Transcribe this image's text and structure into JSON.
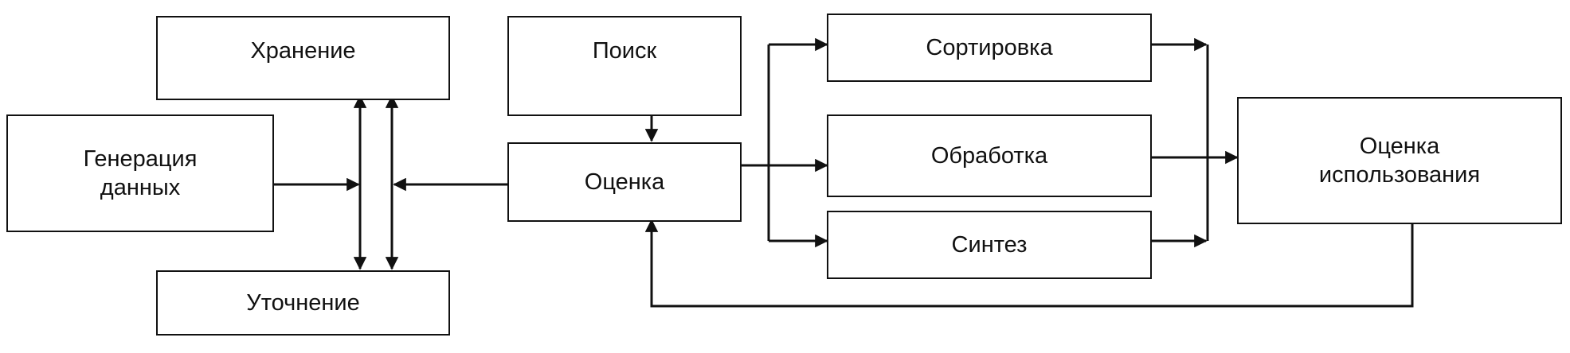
{
  "diagram": {
    "nodes": {
      "storage": "Хранение",
      "search": "Поиск",
      "sorting": "Сортировка",
      "generation": "Генерация\nданных",
      "evaluation": "Оценка",
      "processing": "Обработка",
      "usage_evaluation": "Оценка\nиспользования",
      "synthesis": "Синтез",
      "refinement": "Уточнение"
    },
    "edges": [
      {
        "from": "generation",
        "to": "storage_refinement_bus"
      },
      {
        "from": "evaluation",
        "to": "storage_refinement_bus"
      },
      {
        "from": "storage_refinement_bus",
        "to": "storage",
        "bidirectional": true
      },
      {
        "from": "storage_refinement_bus",
        "to": "refinement",
        "bidirectional": true
      },
      {
        "from": "search",
        "to": "evaluation"
      },
      {
        "from": "evaluation",
        "to": "sorting"
      },
      {
        "from": "evaluation",
        "to": "processing"
      },
      {
        "from": "evaluation",
        "to": "synthesis"
      },
      {
        "from": "sorting",
        "to": "usage_evaluation"
      },
      {
        "from": "processing",
        "to": "usage_evaluation"
      },
      {
        "from": "synthesis",
        "to": "usage_evaluation"
      },
      {
        "from": "usage_evaluation",
        "to": "evaluation"
      }
    ],
    "line_color": "#111111"
  }
}
